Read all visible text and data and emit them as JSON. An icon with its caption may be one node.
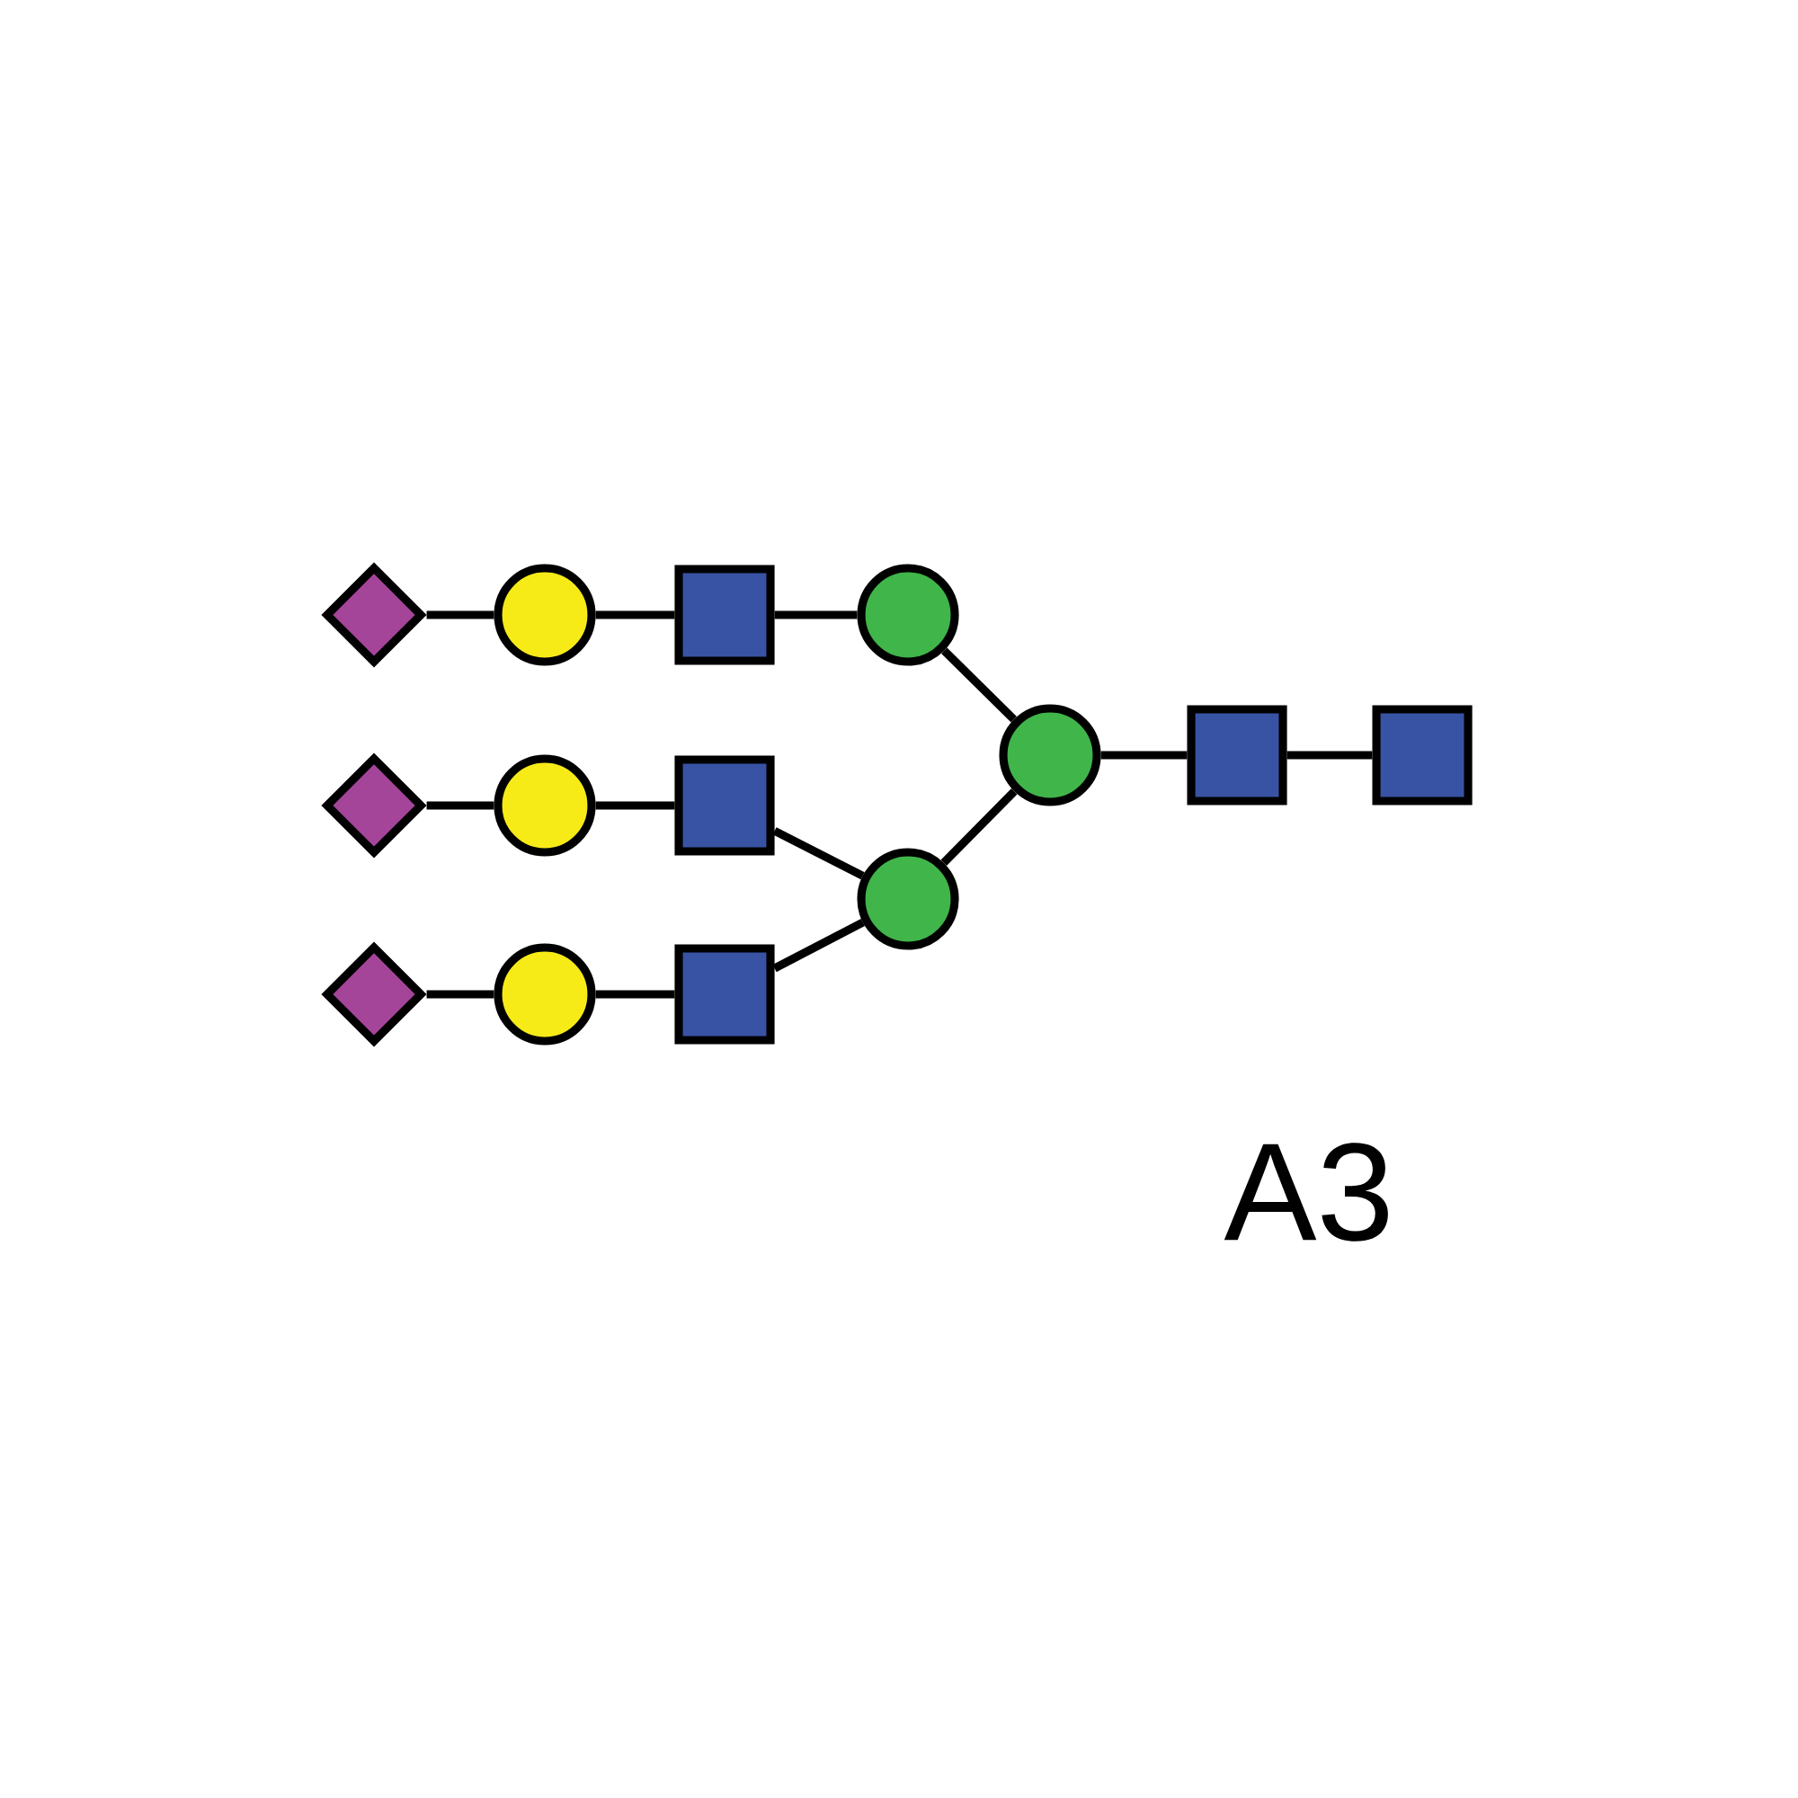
{
  "diagram": {
    "nodes": [
      {
        "text": [],
        "shape": "diamond"
      },
      {
        "text": [],
        "shape": "circle"
      },
      {
        "text": [],
        "shape": "box"
      },
      {
        "text": [],
        "shape": "circle"
      },
      {
        "text": [],
        "shape": "diamond"
      },
      {
        "text": [],
        "shape": "circle"
      },
      {
        "text": [],
        "shape": "box"
      },
      {
        "text": [],
        "shape": "diamond"
      },
      {
        "text": [],
        "shape": "circle"
      },
      {
        "text": [],
        "shape": "box"
      },
      {
        "text": [],
        "shape": "circle"
      },
      {
        "text": [],
        "shape": "circle"
      },
      {
        "text": [],
        "shape": "box"
      },
      {
        "text": [],
        "shape": "box"
      }
    ],
    "edges": [
      {
        "from": 0,
        "to": 1,
        "arrow": "none"
      },
      {
        "from": 1,
        "to": 2,
        "arrow": "none"
      },
      {
        "from": 2,
        "to": 3,
        "arrow": "none"
      },
      {
        "from": 3,
        "to": 11,
        "arrow": "none"
      },
      {
        "from": 4,
        "to": 5,
        "arrow": "none"
      },
      {
        "from": 5,
        "to": 6,
        "arrow": "none"
      },
      {
        "from": 6,
        "to": 10,
        "arrow": "none"
      },
      {
        "from": 7,
        "to": 8,
        "arrow": "none"
      },
      {
        "from": 8,
        "to": 9,
        "arrow": "none"
      },
      {
        "from": 9,
        "to": 10,
        "arrow": "none"
      },
      {
        "from": 10,
        "to": 11,
        "arrow": "none"
      },
      {
        "from": 11,
        "to": 12,
        "arrow": "none"
      },
      {
        "from": 12,
        "to": 13,
        "arrow": "none"
      }
    ],
    "labels": [
      "A3"
    ]
  }
}
